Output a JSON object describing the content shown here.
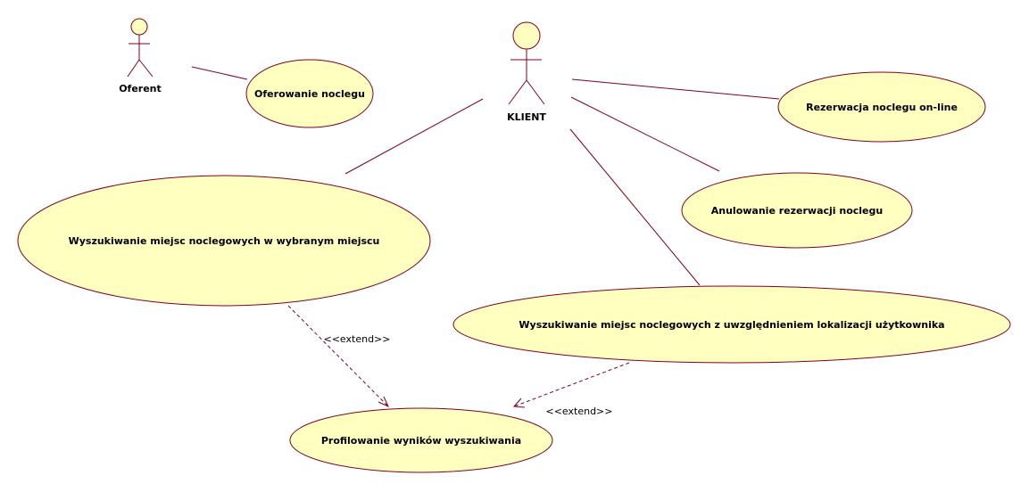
{
  "colors": {
    "line": "#800020",
    "usecase_fill": "#ffffc0",
    "background": "#ffffff"
  },
  "actors": {
    "oferent": "Oferent",
    "klient": "KLIENT"
  },
  "use_cases": {
    "oferowanie": "Oferowanie noclegu",
    "rezerwacja": "Rezerwacja noclegu on-line",
    "anulowanie": "Anulowanie rezerwacji noclegu",
    "wyszukiwanie_miejsce": "Wyszukiwanie miejsc noclegowych w wybranym miejscu",
    "wyszukiwanie_lokalizacja": "Wyszukiwanie miejsc noclegowych z uwzględnieniem lokalizacji użytkownika",
    "profilowanie": "Profilowanie wyników wyszukiwania"
  },
  "relations": {
    "extend_1": "<<extend>>",
    "extend_2": "<<extend>>"
  }
}
